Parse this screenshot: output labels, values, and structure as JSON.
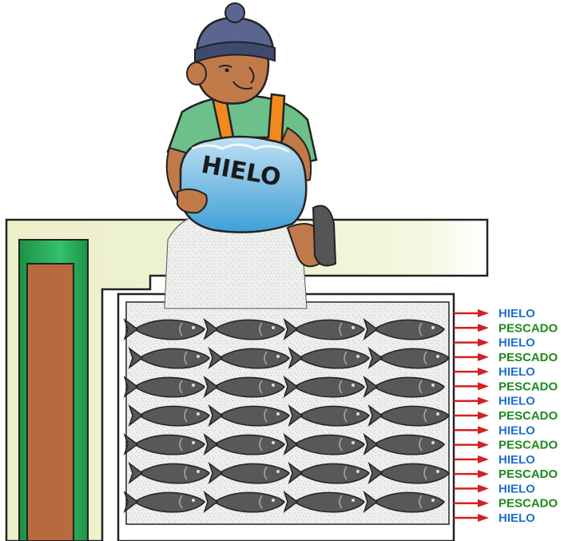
{
  "bag": {
    "label": "HIELO"
  },
  "labels": [
    {
      "text": "HIELO",
      "kind": "hielo"
    },
    {
      "text": "PESCADO",
      "kind": "pescado"
    },
    {
      "text": "HIELO",
      "kind": "hielo"
    },
    {
      "text": "PESCADO",
      "kind": "pescado"
    },
    {
      "text": "HIELO",
      "kind": "hielo"
    },
    {
      "text": "PESCADO",
      "kind": "pescado"
    },
    {
      "text": "HIELO",
      "kind": "hielo"
    },
    {
      "text": "PESCADO",
      "kind": "pescado"
    },
    {
      "text": "HIELO",
      "kind": "hielo"
    },
    {
      "text": "PESCADO",
      "kind": "pescado"
    },
    {
      "text": "HIELO",
      "kind": "hielo"
    },
    {
      "text": "PESCADO",
      "kind": "pescado"
    },
    {
      "text": "HIELO",
      "kind": "hielo"
    },
    {
      "text": "PESCADO",
      "kind": "pescado"
    },
    {
      "text": "HIELO",
      "kind": "hielo"
    }
  ],
  "fish_rows": 7,
  "fish_per_row": 4,
  "colors": {
    "hielo_label": "#1f6fd0",
    "pescado_label": "#1e8a1e",
    "arrow": "#d42020",
    "fish": "#5a5758",
    "wall": "#f3f3d8",
    "post": "#b86a3e",
    "green_post": "#21a24a"
  }
}
